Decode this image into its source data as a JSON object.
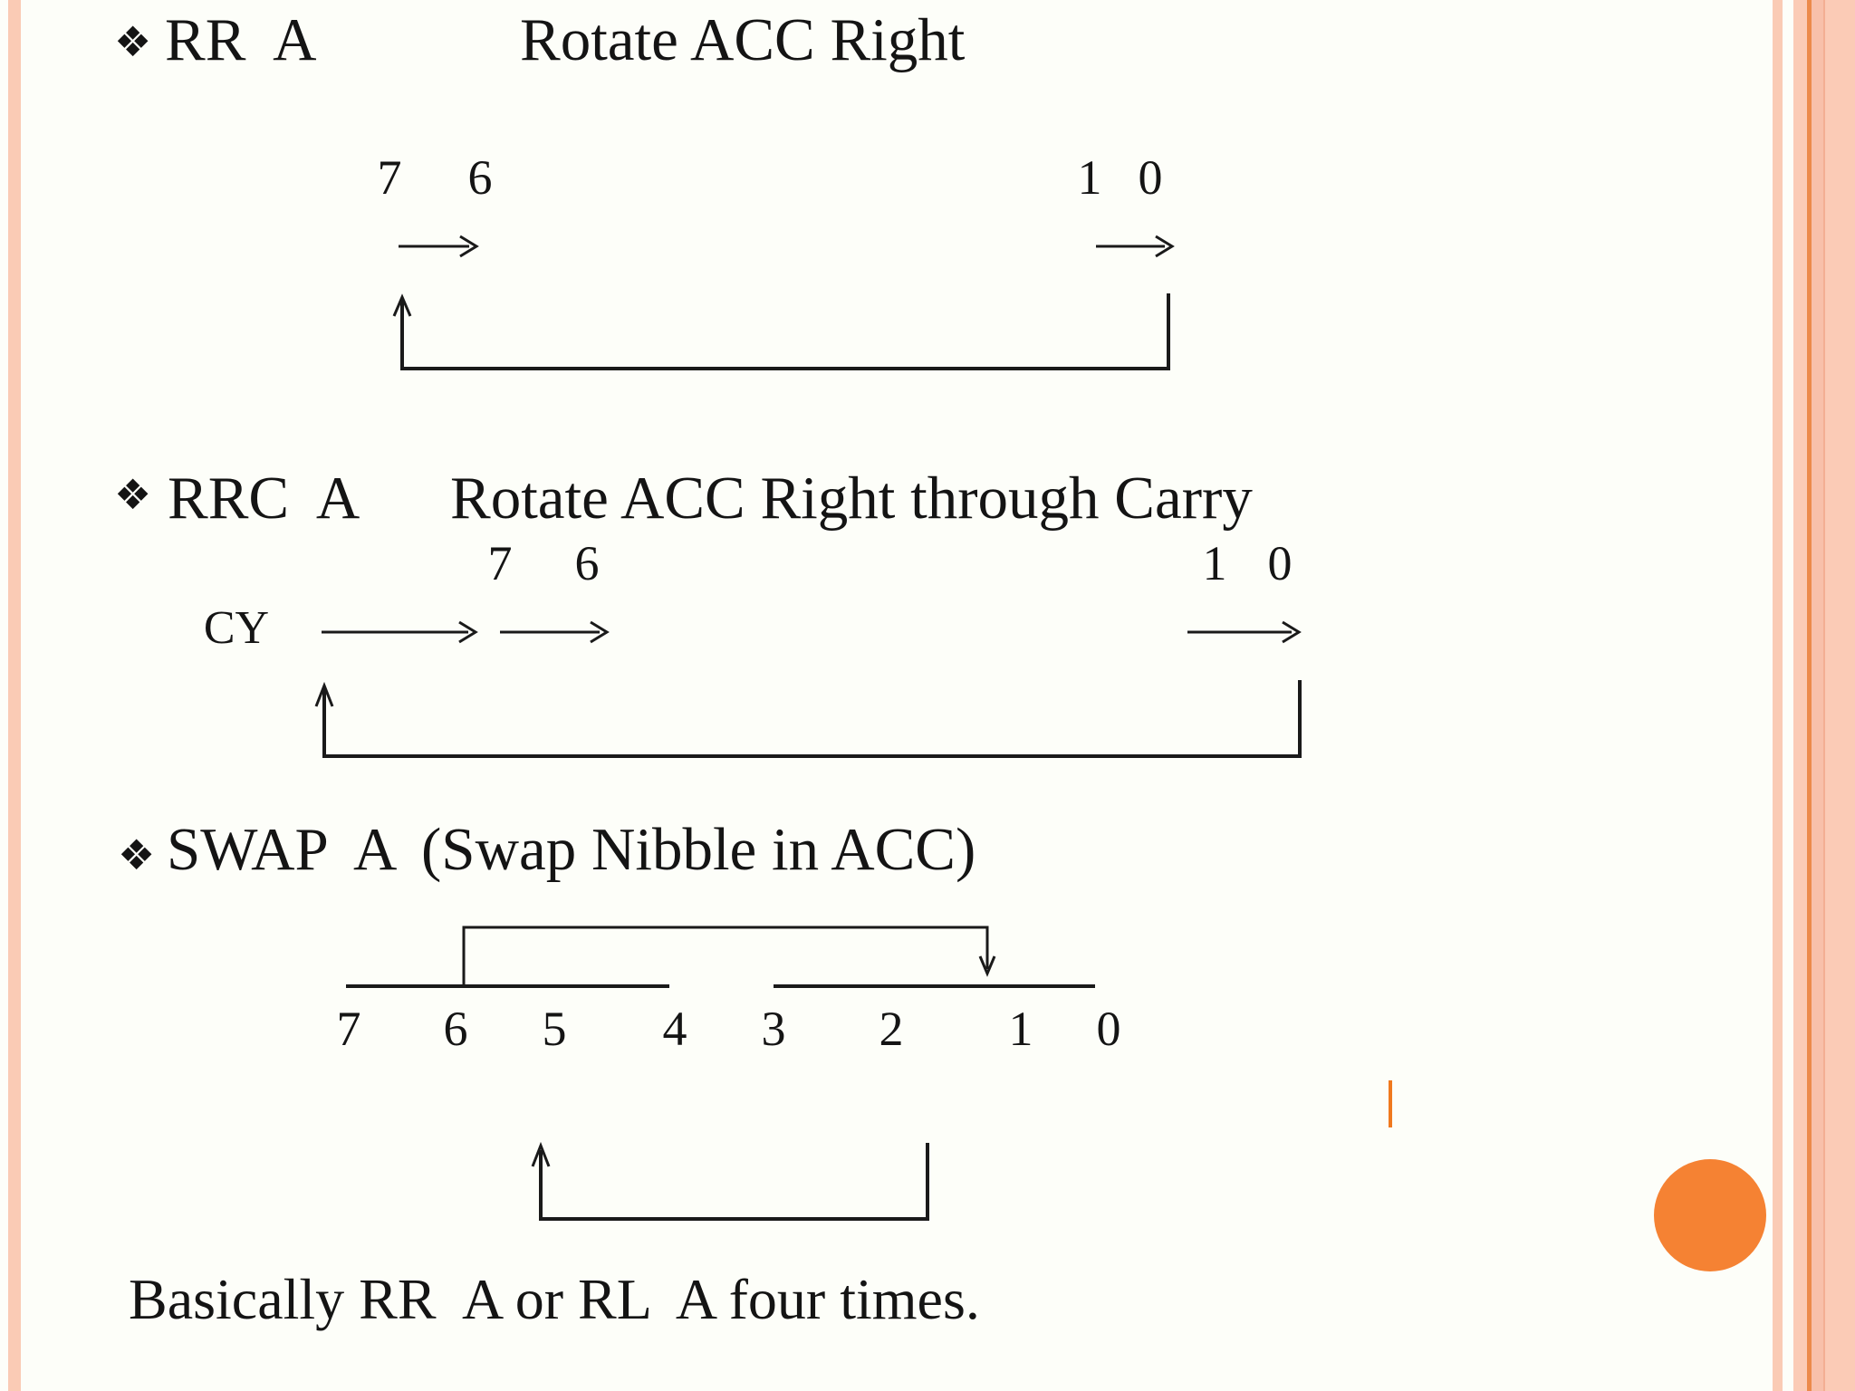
{
  "slide": {
    "bullet_glyph": "❖",
    "colors": {
      "background": "#FDFEF9",
      "salmon_stripe": "#FACBB5",
      "salmon_band": "#FBCBB6",
      "border_line_orange": "#EC8A4B",
      "circle_orange": "#F58233",
      "cursor_tick_orange": "#F0791F",
      "ink": "#141414"
    },
    "sections": [
      {
        "label": "RR  A",
        "description": "Rotate ACC Right",
        "bits": {
          "b7": "7",
          "b6": "6",
          "b1": "1",
          "b0": "0"
        }
      },
      {
        "label": "RRC  A",
        "description": "Rotate ACC Right through Carry",
        "carry_label": "CY",
        "bits": {
          "b7": "7",
          "b6": "6",
          "b1": "1",
          "b0": "0"
        }
      },
      {
        "label": "SWAP  A",
        "description": "(Swap Nibble in ACC)",
        "bits": [
          "7",
          "6",
          "5",
          "4",
          "3",
          "2",
          "1",
          "0"
        ]
      }
    ],
    "footnote": "Basically RR  A or RL  A four times."
  }
}
